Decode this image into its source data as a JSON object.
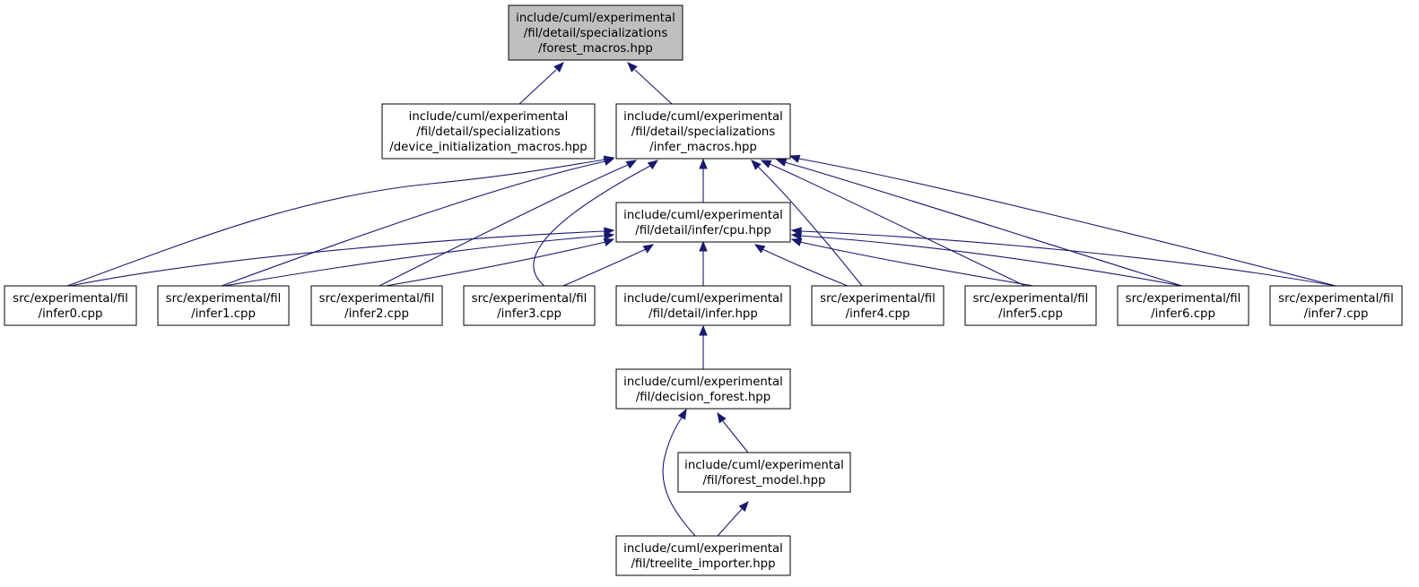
{
  "graph": {
    "edge_color": "#191970",
    "root_fill": "#bfbfbf",
    "nodes": [
      {
        "id": "forest_macros",
        "lines": [
          "include/cuml/experimental",
          "/fil/detail/specializations",
          "/forest_macros.hpp"
        ],
        "root": true
      },
      {
        "id": "device_init_macros",
        "lines": [
          "include/cuml/experimental",
          "/fil/detail/specializations",
          "/device_initialization_macros.hpp"
        ]
      },
      {
        "id": "infer_macros",
        "lines": [
          "include/cuml/experimental",
          "/fil/detail/specializations",
          "/infer_macros.hpp"
        ]
      },
      {
        "id": "cpu",
        "lines": [
          "include/cuml/experimental",
          "/fil/detail/infer/cpu.hpp"
        ]
      },
      {
        "id": "infer0",
        "lines": [
          "src/experimental/fil",
          "/infer0.cpp"
        ]
      },
      {
        "id": "infer1",
        "lines": [
          "src/experimental/fil",
          "/infer1.cpp"
        ]
      },
      {
        "id": "infer2",
        "lines": [
          "src/experimental/fil",
          "/infer2.cpp"
        ]
      },
      {
        "id": "infer3",
        "lines": [
          "src/experimental/fil",
          "/infer3.cpp"
        ]
      },
      {
        "id": "detail_infer",
        "lines": [
          "include/cuml/experimental",
          "/fil/detail/infer.hpp"
        ]
      },
      {
        "id": "infer4",
        "lines": [
          "src/experimental/fil",
          "/infer4.cpp"
        ]
      },
      {
        "id": "infer5",
        "lines": [
          "src/experimental/fil",
          "/infer5.cpp"
        ]
      },
      {
        "id": "infer6",
        "lines": [
          "src/experimental/fil",
          "/infer6.cpp"
        ]
      },
      {
        "id": "infer7",
        "lines": [
          "src/experimental/fil",
          "/infer7.cpp"
        ]
      },
      {
        "id": "decision_forest",
        "lines": [
          "include/cuml/experimental",
          "/fil/decision_forest.hpp"
        ]
      },
      {
        "id": "forest_model",
        "lines": [
          "include/cuml/experimental",
          "/fil/forest_model.hpp"
        ]
      },
      {
        "id": "treelite_importer",
        "lines": [
          "include/cuml/experimental",
          "/fil/treelite_importer.hpp"
        ]
      }
    ],
    "edges": [
      {
        "from": "device_init_macros",
        "to": "forest_macros"
      },
      {
        "from": "infer_macros",
        "to": "forest_macros"
      },
      {
        "from": "cpu",
        "to": "infer_macros"
      },
      {
        "from": "infer0",
        "to": "infer_macros"
      },
      {
        "from": "infer1",
        "to": "infer_macros"
      },
      {
        "from": "infer2",
        "to": "infer_macros"
      },
      {
        "from": "infer3",
        "to": "infer_macros"
      },
      {
        "from": "infer4",
        "to": "infer_macros"
      },
      {
        "from": "infer5",
        "to": "infer_macros"
      },
      {
        "from": "infer6",
        "to": "infer_macros"
      },
      {
        "from": "infer7",
        "to": "infer_macros"
      },
      {
        "from": "infer0",
        "to": "cpu"
      },
      {
        "from": "infer1",
        "to": "cpu"
      },
      {
        "from": "infer2",
        "to": "cpu"
      },
      {
        "from": "infer3",
        "to": "cpu"
      },
      {
        "from": "detail_infer",
        "to": "cpu"
      },
      {
        "from": "infer4",
        "to": "cpu"
      },
      {
        "from": "infer5",
        "to": "cpu"
      },
      {
        "from": "infer6",
        "to": "cpu"
      },
      {
        "from": "infer7",
        "to": "cpu"
      },
      {
        "from": "decision_forest",
        "to": "detail_infer"
      },
      {
        "from": "forest_model",
        "to": "decision_forest"
      },
      {
        "from": "treelite_importer",
        "to": "decision_forest"
      },
      {
        "from": "treelite_importer",
        "to": "forest_model"
      }
    ]
  }
}
